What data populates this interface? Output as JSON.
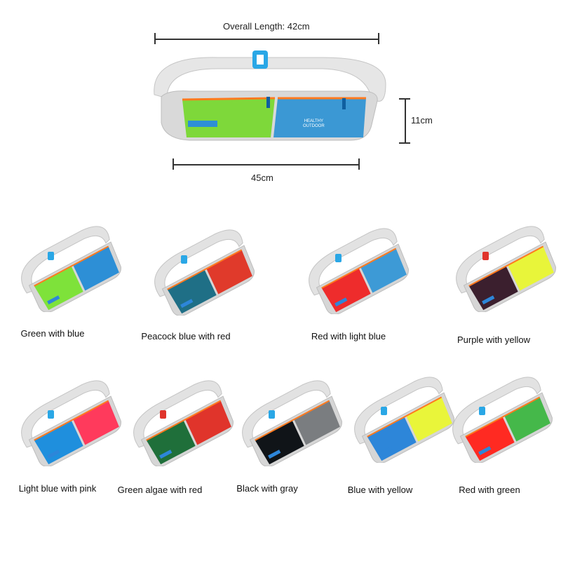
{
  "dimensions": {
    "overall_length": "Overall Length: 42cm",
    "width": "45cm",
    "height": "11cm"
  },
  "main_bag": {
    "left_pocket_color": "#7ed83a",
    "right_pocket_color": "#3b98d4",
    "brand_lines": [
      "HEALTHY",
      "OUTDOOR"
    ]
  },
  "variants": [
    {
      "caption": "Green with blue",
      "left": "#7ee23a",
      "right": "#2d8fd6"
    },
    {
      "caption": "Peacock blue with red",
      "left": "#1f6f86",
      "right": "#e03a2b"
    },
    {
      "caption": "Red with light blue",
      "left": "#ee2c2c",
      "right": "#3d9ad6"
    },
    {
      "caption": "Purple with yellow",
      "left": "#3b1f2e",
      "right": "#e8f53a"
    },
    {
      "caption": "Light blue with pink",
      "left": "#1f8fdd",
      "right": "#ff3a5c"
    },
    {
      "caption": "Green algae with red",
      "left": "#1f6f3a",
      "right": "#e0342b"
    },
    {
      "caption": "Black with gray",
      "left": "#101418",
      "right": "#7a7d80"
    },
    {
      "caption": "Blue with yellow",
      "left": "#2d86d9",
      "right": "#e9f53a"
    },
    {
      "caption": "Red with green",
      "left": "#ff2a22",
      "right": "#45b84a"
    }
  ]
}
